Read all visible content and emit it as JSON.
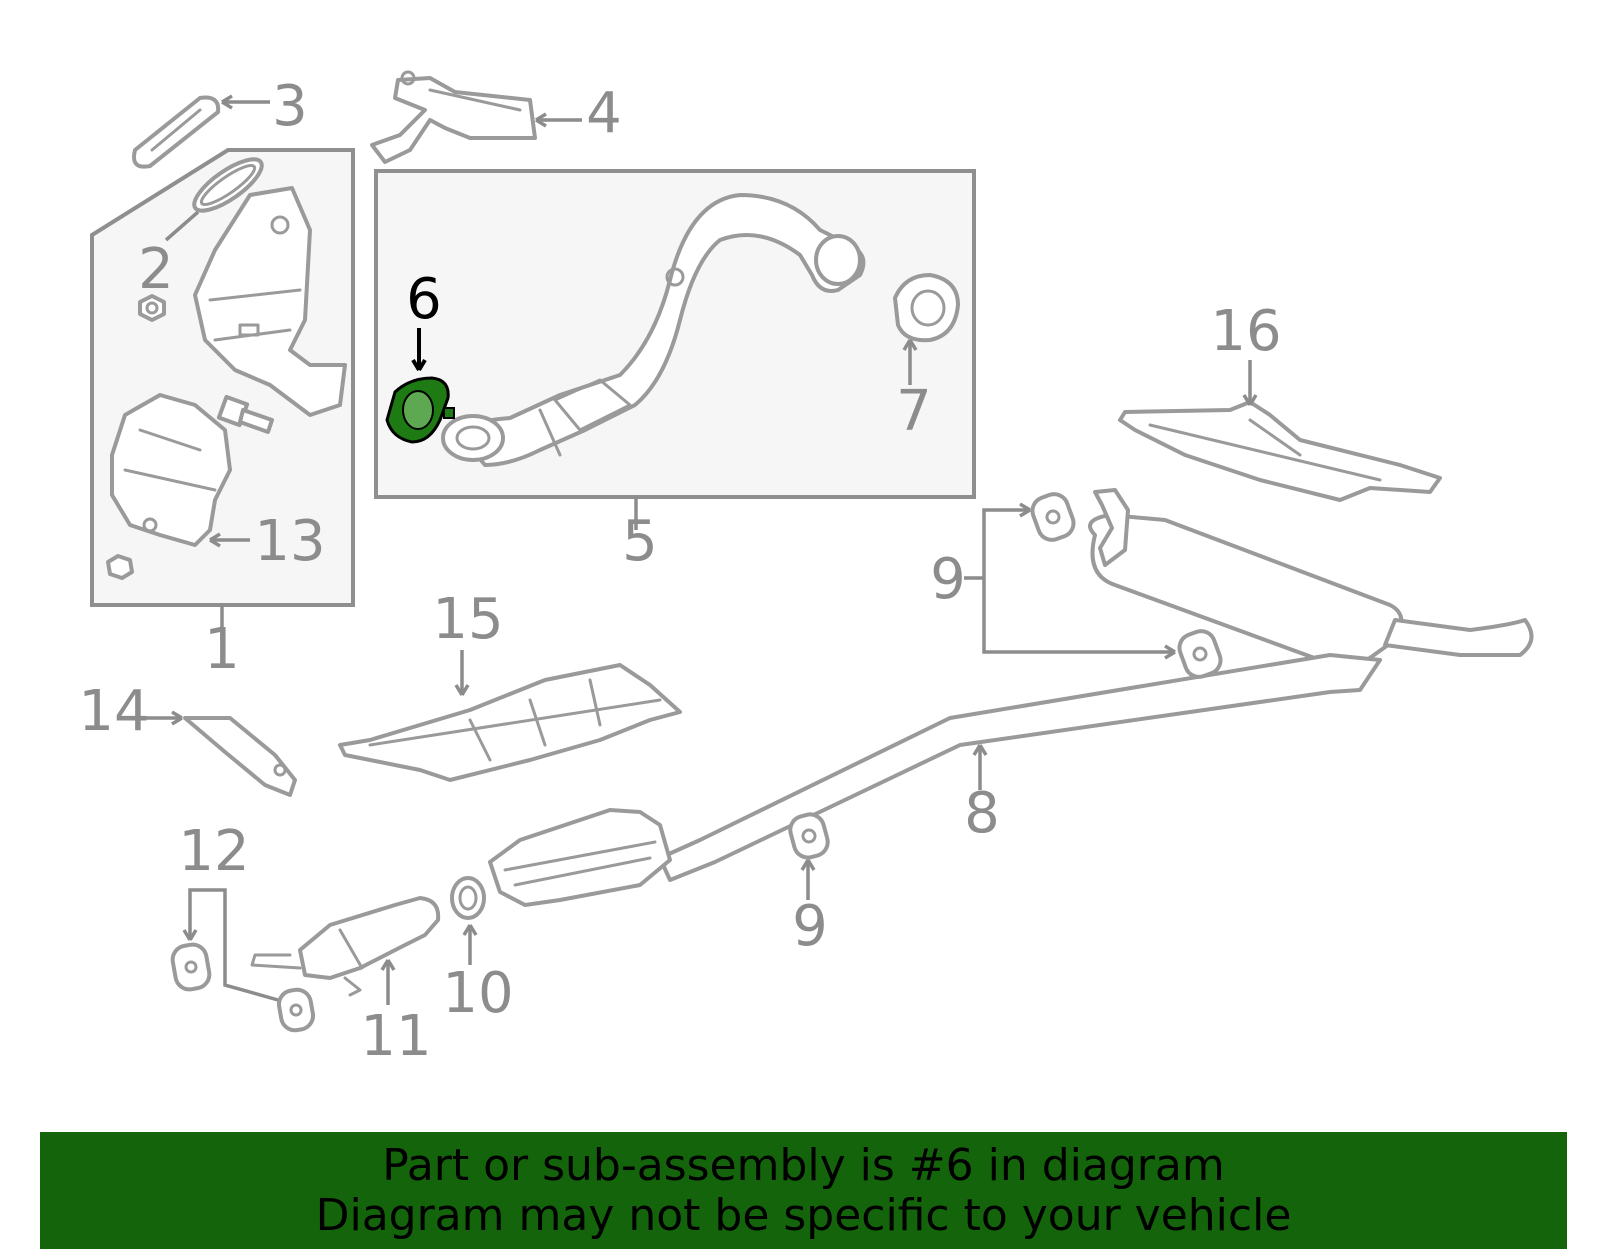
{
  "callouts": {
    "c1": "1",
    "c2": "2",
    "c3": "3",
    "c4": "4",
    "c5": "5",
    "c6": "6",
    "c7": "7",
    "c8": "8",
    "c9a": "9",
    "c9b": "9",
    "c10": "10",
    "c11": "11",
    "c12": "12",
    "c13": "13",
    "c14": "14",
    "c15": "15",
    "c16": "16"
  },
  "highlight": {
    "part_number": "6",
    "color": "#1e7a12"
  },
  "banner": {
    "line1": "Part or sub-assembly is #6 in diagram",
    "line2": "Diagram may not be specific to your vehicle",
    "background": "#13640a"
  },
  "colors": {
    "line_art": "#9a9a9a",
    "callout_text": "#8c8c8c",
    "box_fill": "#f6f6f6"
  }
}
